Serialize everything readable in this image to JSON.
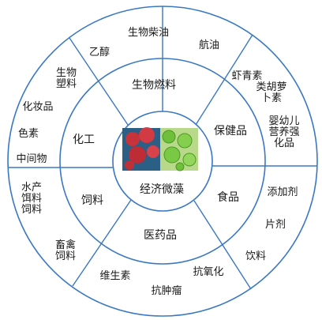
{
  "colors": {
    "line": "#3a78c2",
    "background": "#ffffff"
  },
  "center": {
    "label": "经济微藻"
  },
  "middle_ring": [
    {
      "id": "fuel",
      "label": "生物燃料"
    },
    {
      "id": "health",
      "label": "保健品"
    },
    {
      "id": "food",
      "label": "食品"
    },
    {
      "id": "medicine",
      "label": "医药品"
    },
    {
      "id": "feed",
      "label": "饲料"
    },
    {
      "id": "chem",
      "label": "化工"
    }
  ],
  "outer_ring": [
    {
      "id": "biodiesel",
      "label": "生物柴油"
    },
    {
      "id": "jetfuel",
      "label": "航油"
    },
    {
      "id": "astaxanthin",
      "label": "虾青素"
    },
    {
      "id": "carotene",
      "label": "类胡萝卜素"
    },
    {
      "id": "infant",
      "label": "婴幼儿营养强化品"
    },
    {
      "id": "additive",
      "label": "添加剂"
    },
    {
      "id": "tablet",
      "label": "片剂"
    },
    {
      "id": "drink",
      "label": "饮料"
    },
    {
      "id": "antiox",
      "label": "抗氧化"
    },
    {
      "id": "antitumor",
      "label": "抗肿瘤"
    },
    {
      "id": "vitamin",
      "label": "维生素"
    },
    {
      "id": "poultry",
      "label": "畜禽饲料"
    },
    {
      "id": "aqua",
      "label": "水产饵料饲料"
    },
    {
      "id": "intermediate",
      "label": "中间物"
    },
    {
      "id": "pigment",
      "label": "色素"
    },
    {
      "id": "cosmetic",
      "label": "化妆品"
    },
    {
      "id": "bioplastic",
      "label": "生物塑料"
    },
    {
      "id": "ethanol",
      "label": "乙醇"
    }
  ]
}
